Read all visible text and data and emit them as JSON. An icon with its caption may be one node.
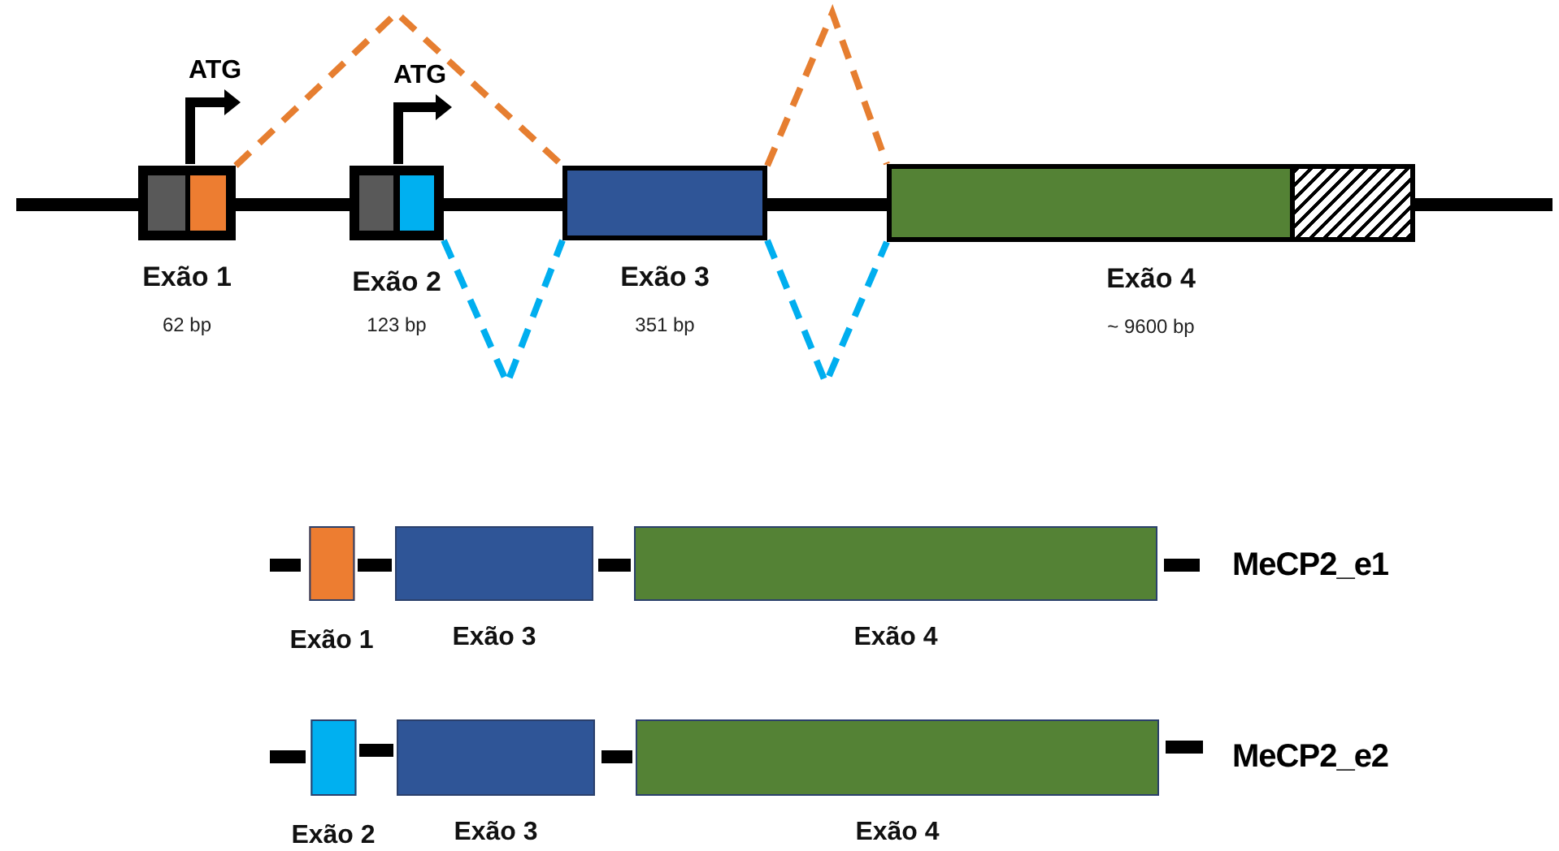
{
  "diagram": {
    "nodes": [
      {
        "text": [
          "Exão 1"
        ],
        "beside": [
          "62 bp"
        ]
      },
      {
        "text": [
          "Exão 2"
        ],
        "beside": [
          "123 bp"
        ]
      },
      {
        "text": [
          "Exão 3"
        ],
        "beside": [
          "351 bp"
        ]
      },
      {
        "text": [
          "Exão 4"
        ],
        "beside": [
          "~ 9600 bp"
        ]
      },
      {
        "text": [
          "Exão 1"
        ]
      },
      {
        "text": [
          "Exão 3"
        ]
      },
      {
        "text": [
          "Exão 4"
        ]
      },
      {
        "text": [
          "Exão 2"
        ]
      },
      {
        "text": [
          "Exão 3"
        ]
      },
      {
        "text": [
          "Exão 4"
        ]
      }
    ],
    "edges": [
      {
        "from": 0,
        "to": 2,
        "arrow": "none",
        "style": "dashed",
        "color": "#e67e30"
      },
      {
        "from": 2,
        "to": 3,
        "arrow": "none",
        "style": "dashed",
        "color": "#e67e30"
      },
      {
        "from": 1,
        "to": 2,
        "arrow": "none",
        "style": "dashed",
        "color": "#00aeef"
      },
      {
        "from": 2,
        "to": 3,
        "arrow": "none",
        "style": "dashed",
        "color": "#00aeef"
      }
    ],
    "labels": [
      "ATG",
      "ATG",
      "MeCP2_e1",
      "MeCP2_e2"
    ]
  }
}
